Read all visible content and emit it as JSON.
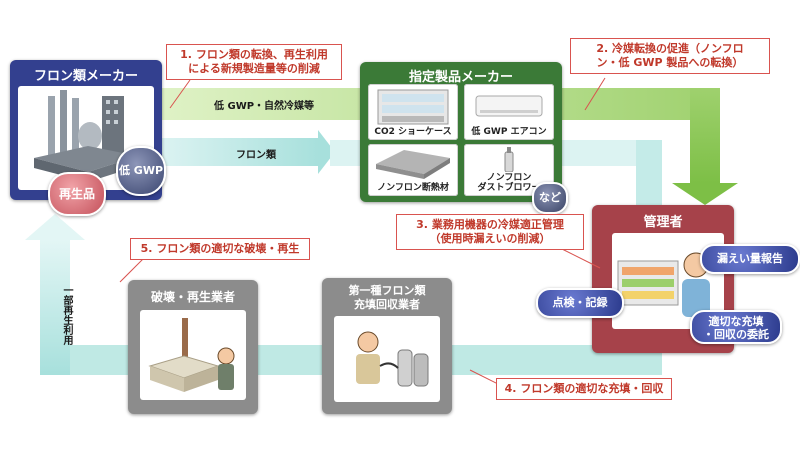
{
  "manufacturer": {
    "title": "フロン類メーカー",
    "badge_recycled": "再生品",
    "badge_low_gwp": "低 GWP"
  },
  "product_maker": {
    "title": "指定製品メーカー",
    "products": [
      "CO2 ショーケース",
      "低 GWP エアコン",
      "ノンフロン断熱材",
      "ノンフロン\nダストブロワー"
    ],
    "etc_label": "など"
  },
  "manager": {
    "title": "管理者",
    "bubbles": [
      "漏えい量報告",
      "点検・記録",
      "適切な充填\n・回収の委託"
    ]
  },
  "destroyer": {
    "title": "破壊・再生業者"
  },
  "collector": {
    "title": "第一種フロン類\n充填回収業者"
  },
  "arrows": {
    "low_gwp": "低 GWP・自然冷媒等",
    "cfc": "フロン類",
    "partial_reuse": "一部再生利用"
  },
  "callouts": [
    "1. フロン類の転換、再生利用\nによる新規製造量等の削減",
    "2. 冷媒転換の促進（ノンフロ\nン・低 GWP 製品への転換）",
    "3. 業務用機器の冷媒適正管理\n（使用時漏えいの削減）",
    "4. フロン類の適切な充填・回収",
    "5. フロン類の適切な破壊・再生"
  ]
}
